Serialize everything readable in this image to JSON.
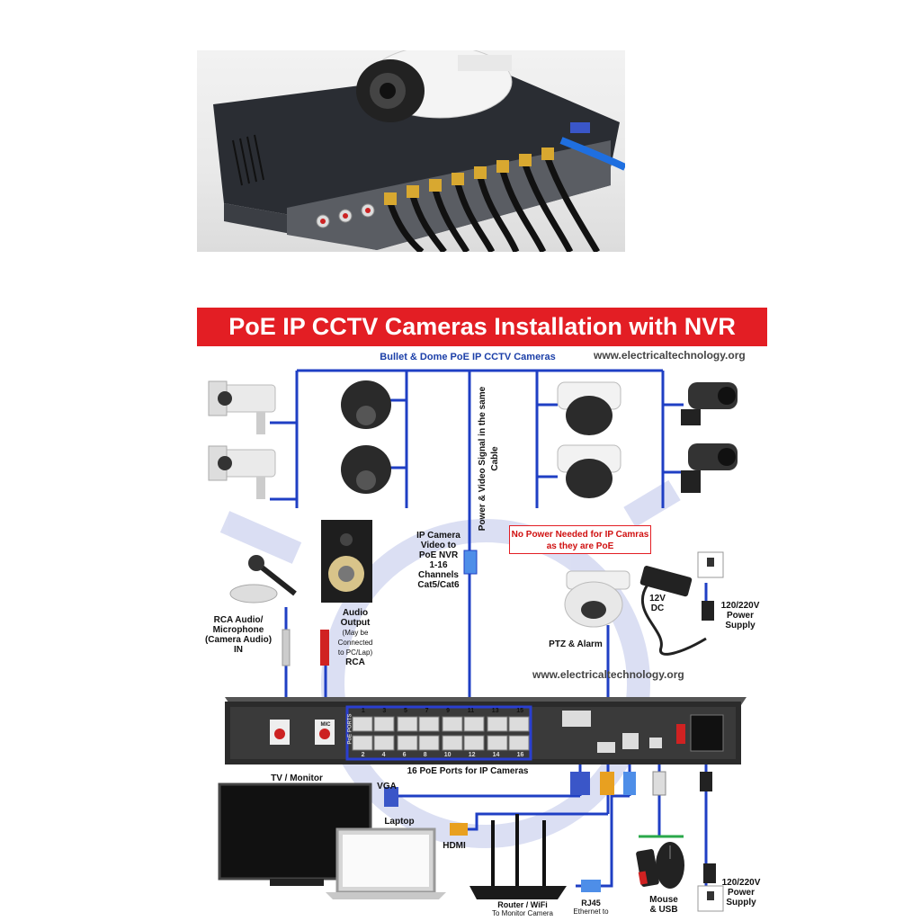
{
  "diagram": {
    "title": "PoE IP CCTV Cameras Installation with NVR",
    "cameras_header": "Bullet & Dome PoE IP CCTV Cameras",
    "website_top": "www.electricaltechnology.org",
    "website_mid": "www.electricaltechnology.org",
    "vertical_label": "Power & Video Signal in the same Cable",
    "ip_camera_label": [
      "IP Camera",
      "Video to",
      "PoE NVR",
      "1-16",
      "Channels",
      "Cat5/Cat6"
    ],
    "no_power_note": [
      "No Power Needed for IP Camras",
      "as they are PoE"
    ],
    "rca_audio_label": [
      "RCA Audio/",
      "Microphone",
      "(Camera Audio)",
      "IN"
    ],
    "audio_output_label": [
      "Audio",
      "Output"
    ],
    "audio_output_note": [
      "(May be",
      "Connected",
      "to PC/Lap)"
    ],
    "rca_label": "RCA",
    "ptz_label": "PTZ & Alarm",
    "dc_label": [
      "12V",
      "DC"
    ],
    "power_supply_top": [
      "120/220V",
      "Power",
      "Supply"
    ],
    "poe_ports_label": "16 PoE Ports for IP Cameras",
    "tv_label": "TV / Monitor",
    "vga_label": "VGA",
    "laptop_label": "Laptop",
    "hdmi_label": "HDMI",
    "router_label": [
      "Router / WiFi",
      "To Monitor Camera"
    ],
    "rj45_label": [
      "RJ45",
      "Ethernet to"
    ],
    "mouse_label": [
      "Mouse",
      "& USB"
    ],
    "power_supply_bottom": [
      "120/220V",
      "Power",
      "Supply"
    ],
    "port_numbers_top": [
      "1",
      "3",
      "5",
      "7",
      "9",
      "11",
      "13",
      "15"
    ],
    "port_numbers_bottom": [
      "2",
      "4",
      "6",
      "8",
      "10",
      "12",
      "14",
      "16"
    ],
    "nvr_side_text": "PoE PORTS",
    "mic_port_text": "MIC"
  },
  "colors": {
    "banner": "#e31e24",
    "wire": "#1f3fc4",
    "nvr": "#2b2b2b",
    "port_frame": "#2a3fd0"
  }
}
